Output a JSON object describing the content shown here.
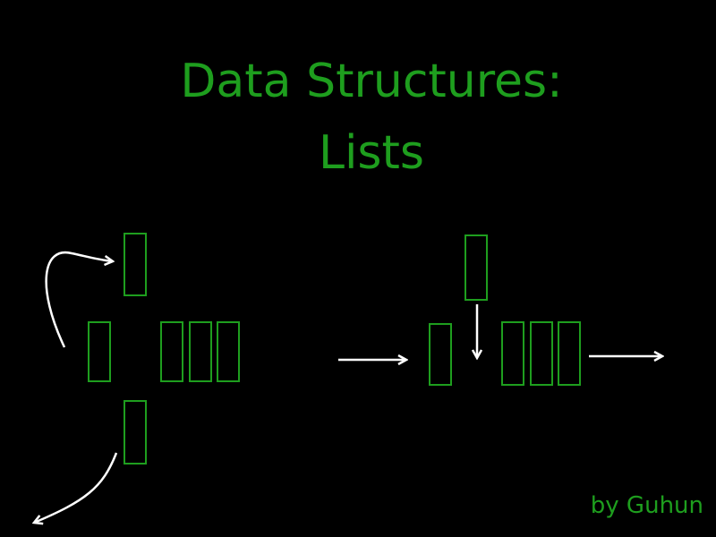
{
  "slide": {
    "title_line1": "Data Structures:",
    "title_line2": "Lists",
    "byline": "by Guhun"
  },
  "colors": {
    "background": "#000000",
    "title": "#1e9e1e",
    "box_stroke": "#1e9e1e",
    "arrow": "#ffffff"
  }
}
